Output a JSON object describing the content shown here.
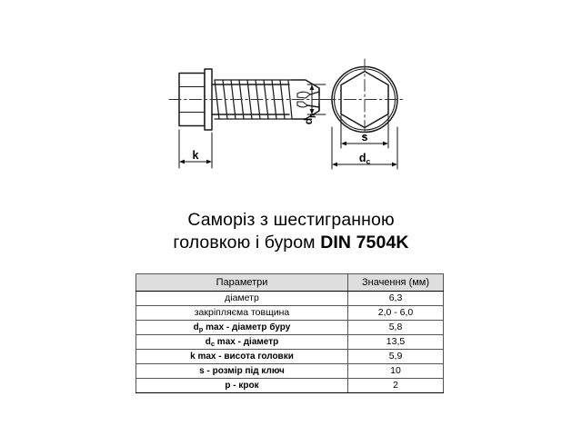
{
  "page": {
    "background": "#ffffff",
    "title_lines": [
      {
        "text": "Саморіз з шестигранною",
        "bold_suffix": ""
      },
      {
        "text": "головкою і буром ",
        "bold_suffix": "DIN 7504K"
      }
    ],
    "title_line_1": "Саморіз з шестигранною",
    "title_line_2_prefix": "головкою і буром ",
    "title_line_2_standard": "DIN 7504K"
  },
  "drawing": {
    "name": "hex-head-self-drilling-screw-technical-drawing",
    "line_color": "#1a1a1a",
    "center_line_color": "#333333",
    "views": [
      {
        "name": "side-view",
        "label": "side elevation of screw"
      },
      {
        "name": "end-view",
        "label": "hexagon head end view"
      }
    ],
    "dimension_labels": [
      {
        "name": "k",
        "text": "k",
        "view": "side-view",
        "meaning": "head height"
      },
      {
        "name": "dp",
        "text": "d",
        "subscript": "p",
        "view": "side-view",
        "meaning": "drill point diameter",
        "rotated": true
      },
      {
        "name": "s",
        "text": "s",
        "view": "end-view",
        "meaning": "width across flats"
      },
      {
        "name": "dc",
        "text": "d",
        "subscript": "c",
        "view": "end-view",
        "meaning": "head diameter"
      }
    ]
  },
  "table": {
    "name": "specification-table",
    "header_background": "#dedede",
    "headers": [
      "Параметри",
      "Значення (мм)"
    ],
    "rows": [
      {
        "param_prefix": "",
        "param_sub": "",
        "param_text": "діаметр",
        "value": "6,3"
      },
      {
        "param_prefix": "",
        "param_sub": "",
        "param_text": "закріпляєма товщина",
        "value": "2,0 - 6,0"
      },
      {
        "param_prefix": "d",
        "param_sub": "p",
        "param_text": " max - діаметр буру",
        "value": "5,8"
      },
      {
        "param_prefix": "d",
        "param_sub": "c",
        "param_text": " max - діаметр",
        "value": "13,5"
      },
      {
        "param_prefix": "k",
        "param_sub": "",
        "param_text": " max - висота головки",
        "value": "5,9"
      },
      {
        "param_prefix": "s",
        "param_sub": "",
        "param_text": " - розмір під ключ",
        "value": "10"
      },
      {
        "param_prefix": "p",
        "param_sub": "",
        "param_text": " - крок",
        "value": "2"
      }
    ]
  }
}
